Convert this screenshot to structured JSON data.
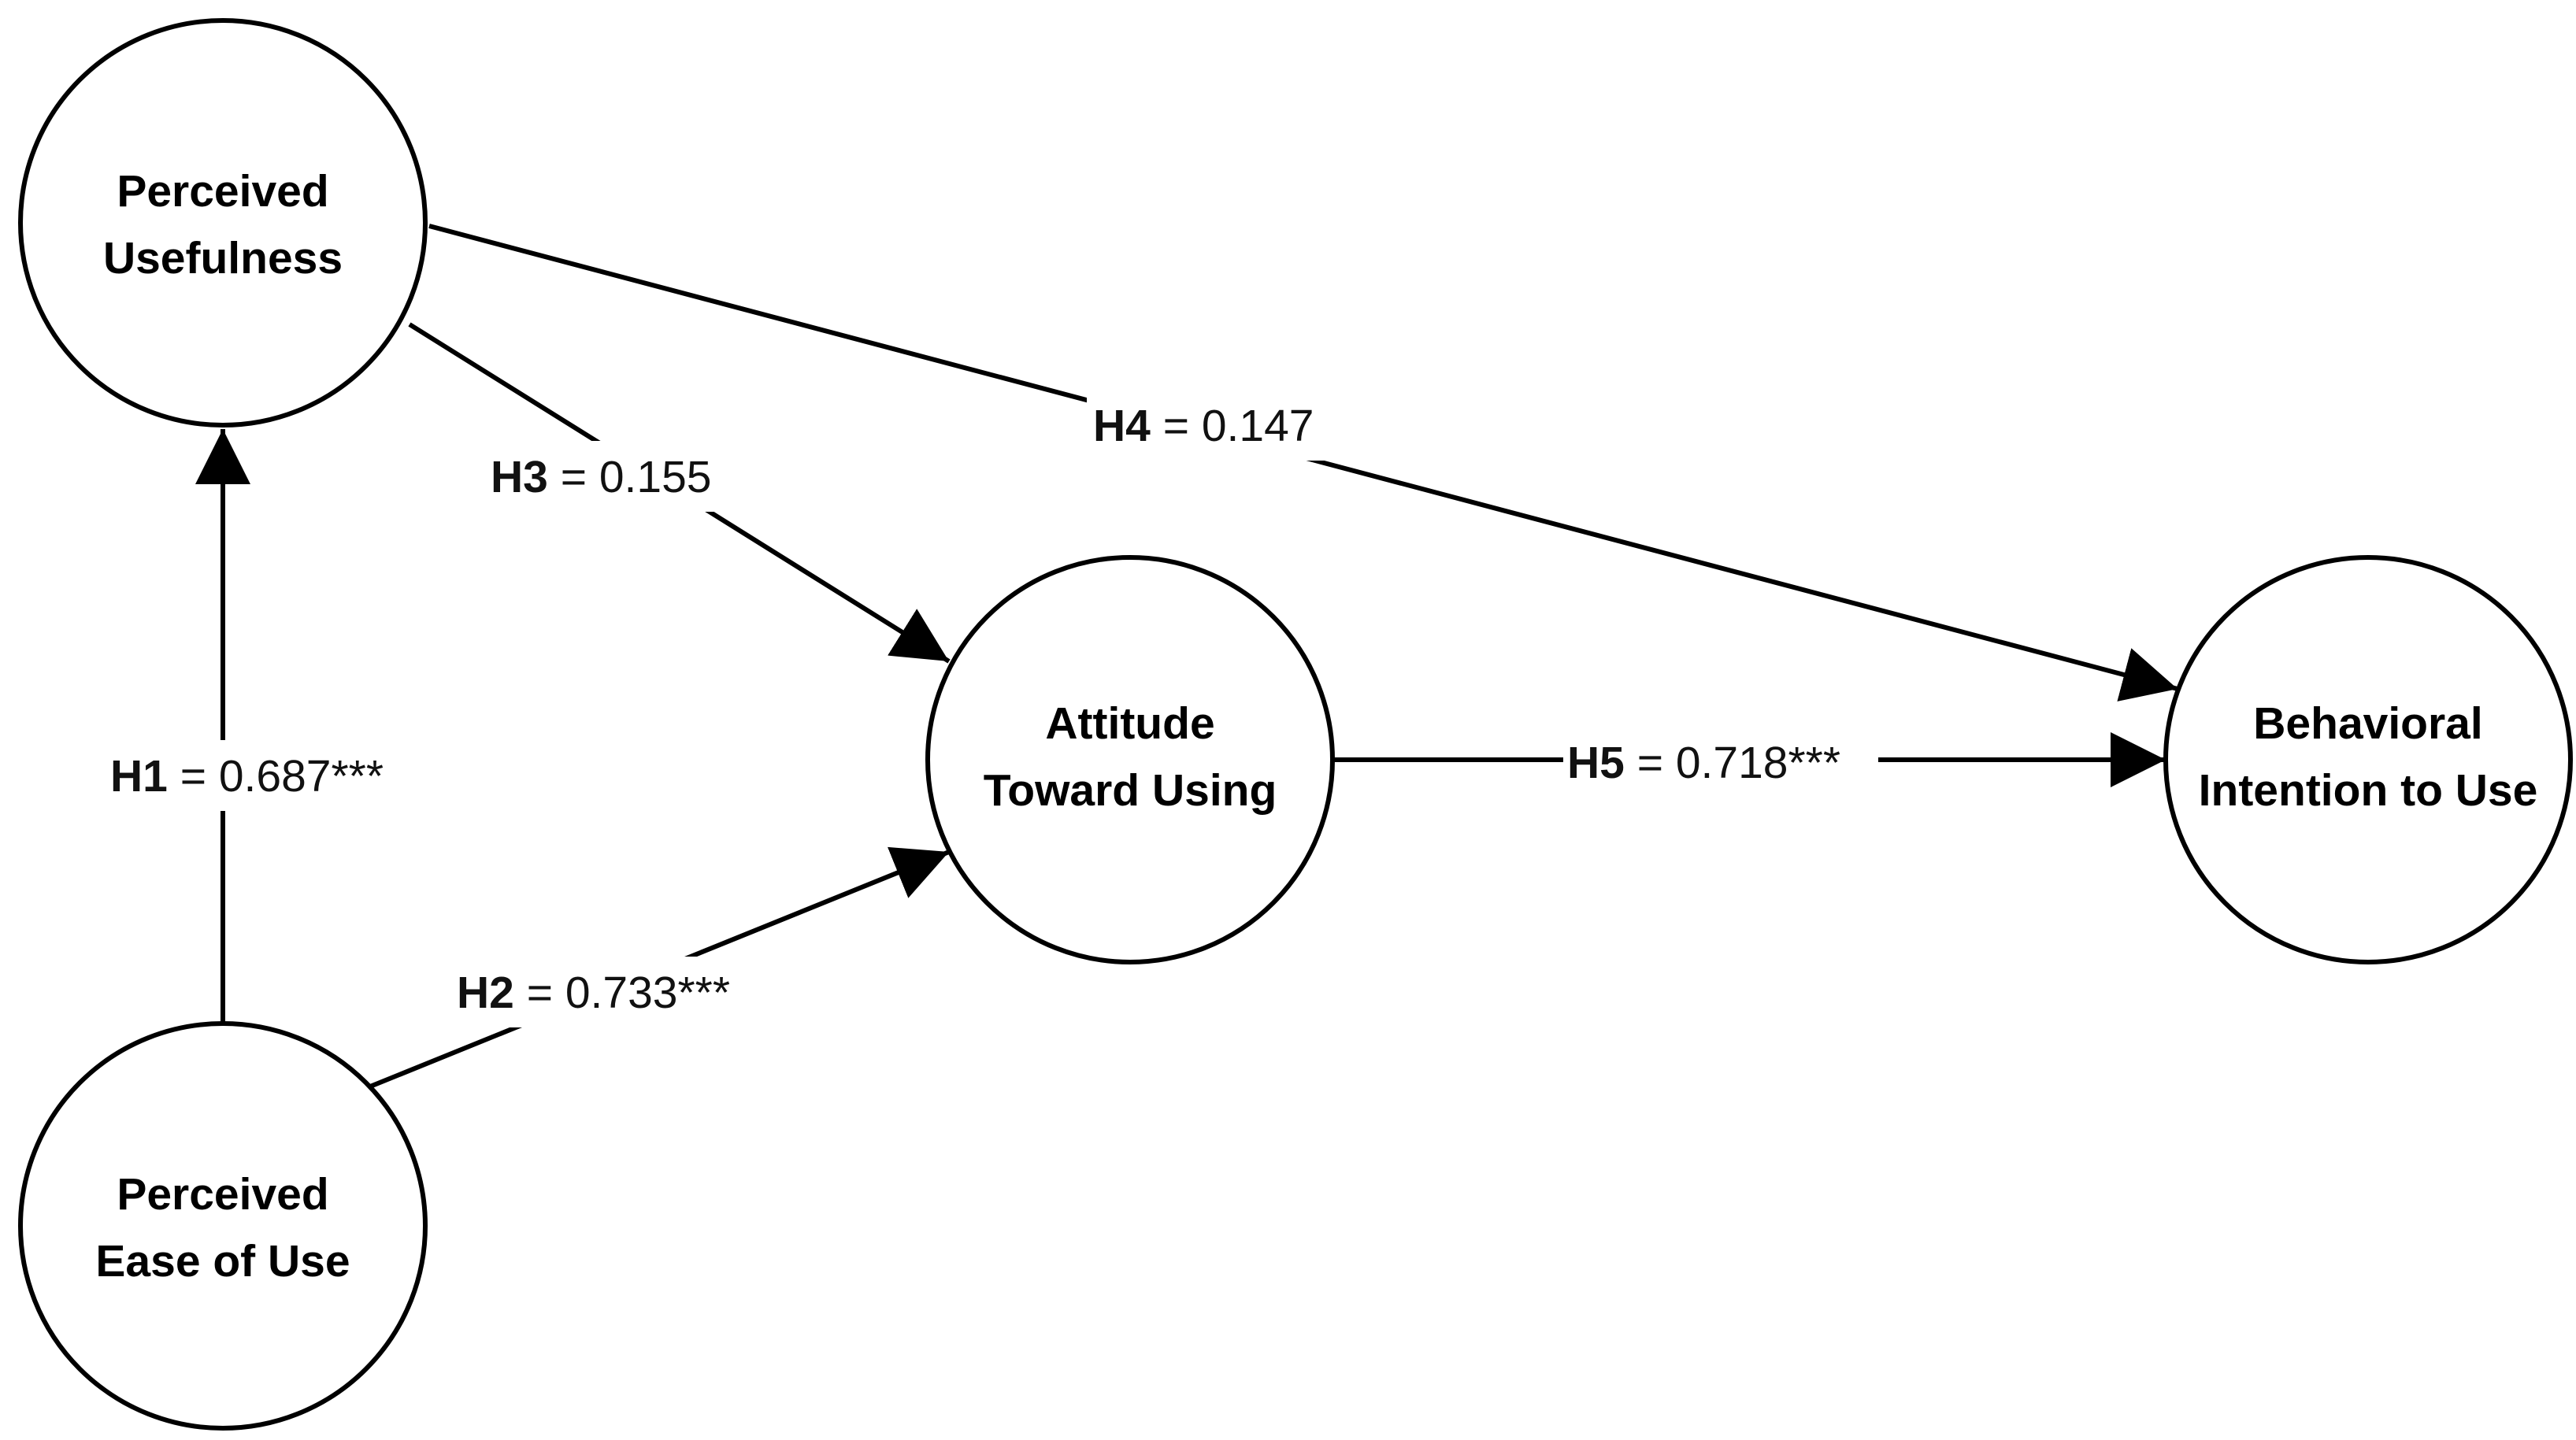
{
  "diagram": {
    "nodes": {
      "perceived_usefulness": {
        "line1": "Perceived",
        "line2": "Usefulness"
      },
      "perceived_ease_of_use": {
        "line1": "Perceived",
        "line2": "Ease of Use"
      },
      "attitude_toward_using": {
        "line1": "Attitude",
        "line2": "Toward Using"
      },
      "behavioral_intention": {
        "line1": "Behavioral",
        "line2": "Intention to Use"
      }
    },
    "edges": {
      "h1": {
        "from": "Perceived Ease of Use",
        "to": "Perceived Usefulness",
        "hypothesis": "H1",
        "value": " = 0.687***"
      },
      "h2": {
        "from": "Perceived Ease of Use",
        "to": "Attitude Toward Using",
        "hypothesis": "H2",
        "value": " = 0.733***"
      },
      "h3": {
        "from": "Perceived Usefulness",
        "to": "Attitude Toward Using",
        "hypothesis": "H3",
        "value": " = 0.155"
      },
      "h4": {
        "from": "Perceived Usefulness",
        "to": "Behavioral Intention to Use",
        "hypothesis": "H4",
        "value": " = 0.147"
      },
      "h5": {
        "from": "Attitude Toward Using",
        "to": "Behavioral Intention to Use",
        "hypothesis": "H5",
        "value": " = 0.718***"
      }
    }
  }
}
